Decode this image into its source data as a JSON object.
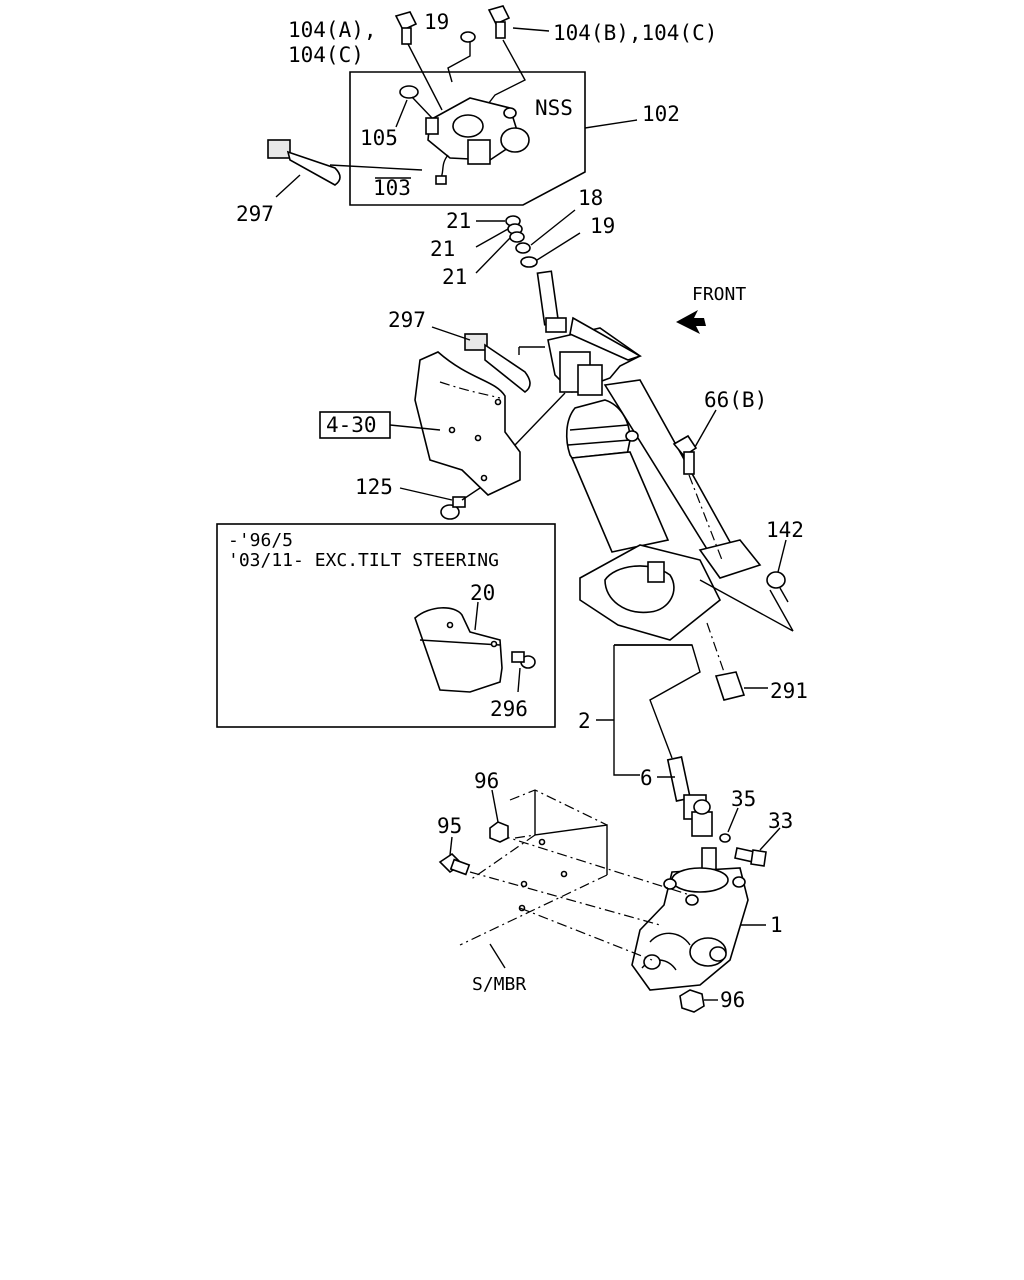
{
  "labels": {
    "l104a": "104(A),",
    "l104c_left": "104(C)",
    "l19_top": "19",
    "l104bc": "104(B),104(C)",
    "lnss": "NSS",
    "l102": "102",
    "l105": "105",
    "l103": "103",
    "l297_top": "297",
    "l18": "18",
    "l19_mid": "19",
    "l21_a": "21",
    "l21_b": "21",
    "l21_c": "21",
    "lfront": "FRONT",
    "l297_mid": "297",
    "l4_30": "4-30",
    "l66b": "66(B)",
    "l125": "125",
    "l142": "142",
    "inset_line1": "-'96/5",
    "inset_line2": "'03/11- EXC.TILT STEERING",
    "l20": "20",
    "l296": "296",
    "l291": "291",
    "l2": "2",
    "l6": "6",
    "l96_top": "96",
    "l95": "95",
    "l35": "35",
    "l33": "33",
    "l1": "1",
    "l96_bot": "96",
    "lsmbr": "S/MBR"
  },
  "icons": [
    "front-arrow-icon"
  ]
}
